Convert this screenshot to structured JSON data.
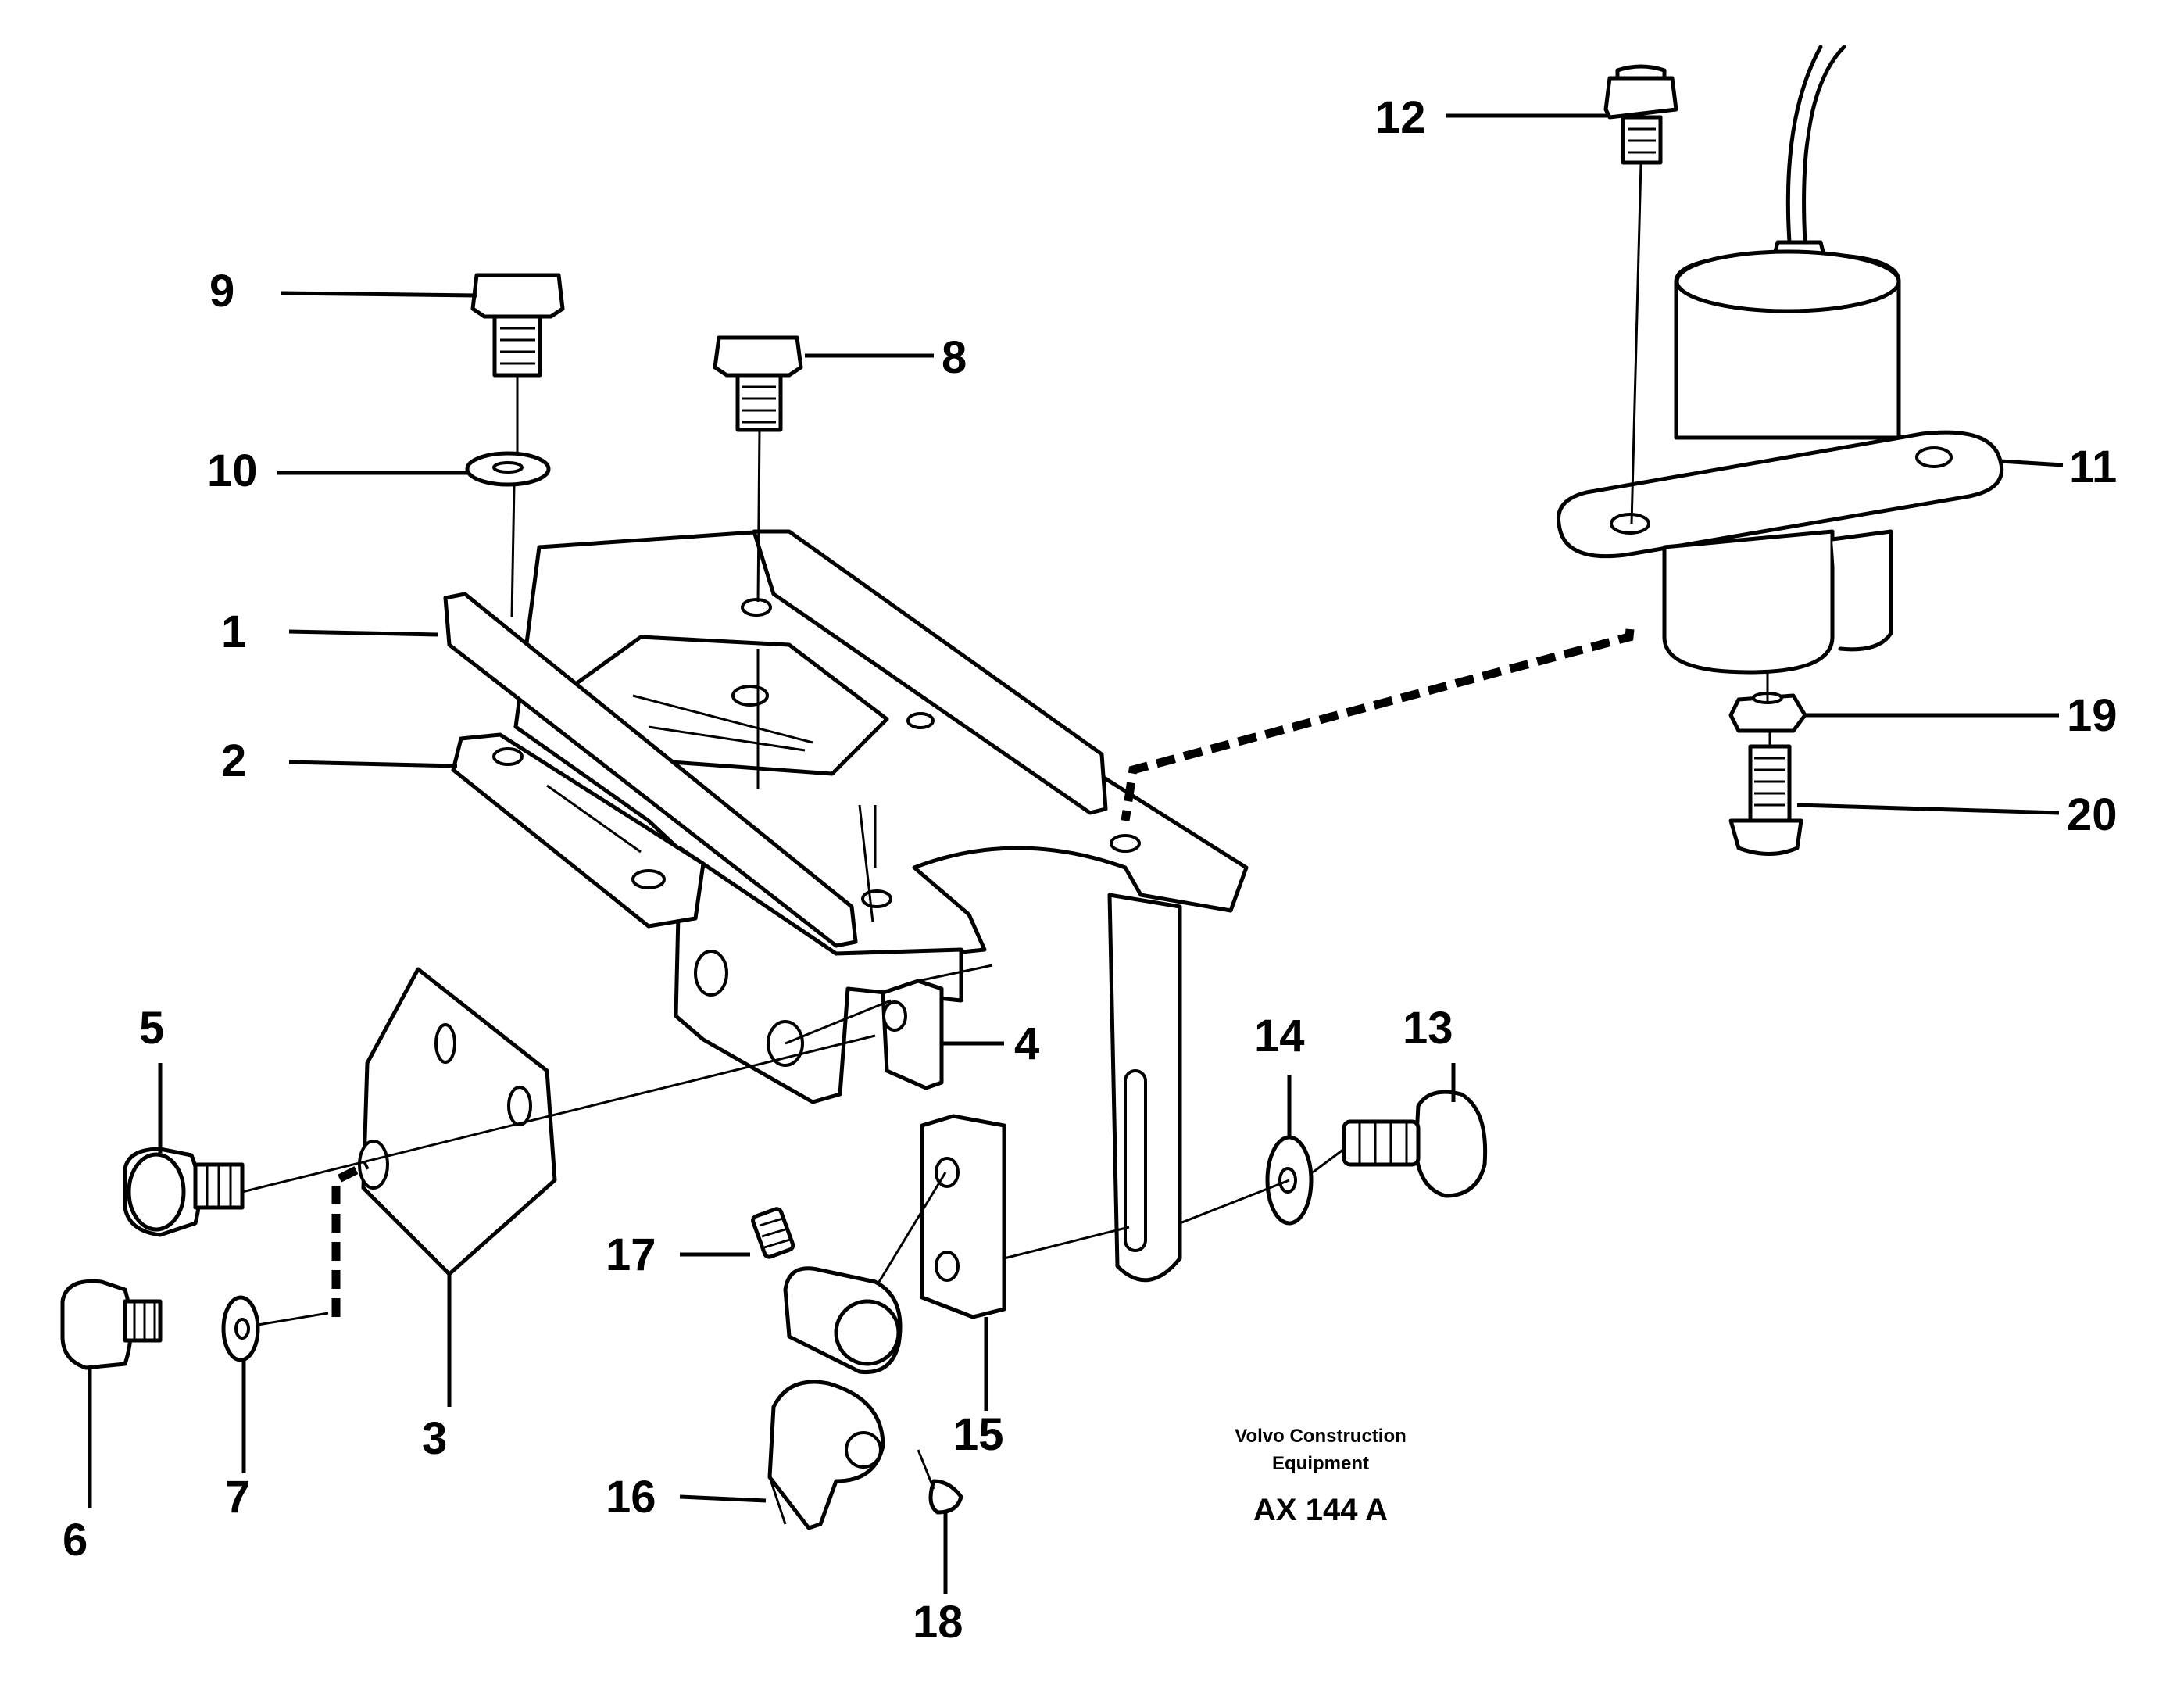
{
  "callouts": {
    "c1": "1",
    "c2": "2",
    "c3": "3",
    "c4": "4",
    "c5": "5",
    "c6": "6",
    "c7": "7",
    "c8": "8",
    "c9": "9",
    "c10": "10",
    "c11": "11",
    "c12": "12",
    "c13": "13",
    "c14": "14",
    "c15": "15",
    "c16": "16",
    "c17": "17",
    "c18": "18",
    "c19": "19",
    "c20": "20"
  },
  "caption": {
    "line1": "Volvo Construction",
    "line2": "Equipment",
    "code": "AX 144 A"
  },
  "colors": {
    "ink": "#000000",
    "paper": "#ffffff"
  }
}
